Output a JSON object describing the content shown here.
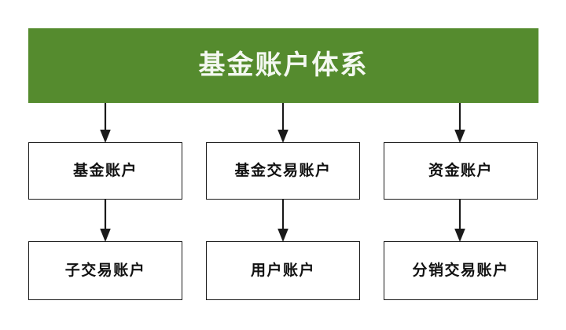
{
  "diagram": {
    "title": "基金账户体系",
    "header_color": "#558b2e",
    "header_text_color": "#f4f8f1",
    "box_border_color": "#1a1a1a",
    "box_fill_color": "#ffffff",
    "connector_color": "#1a1a1a",
    "columns": [
      {
        "parent": "基金账户",
        "child": "子交易账户"
      },
      {
        "parent": "基金交易账户",
        "child": "用户账户"
      },
      {
        "parent": "资金账户",
        "child": "分销交易账户"
      }
    ]
  }
}
